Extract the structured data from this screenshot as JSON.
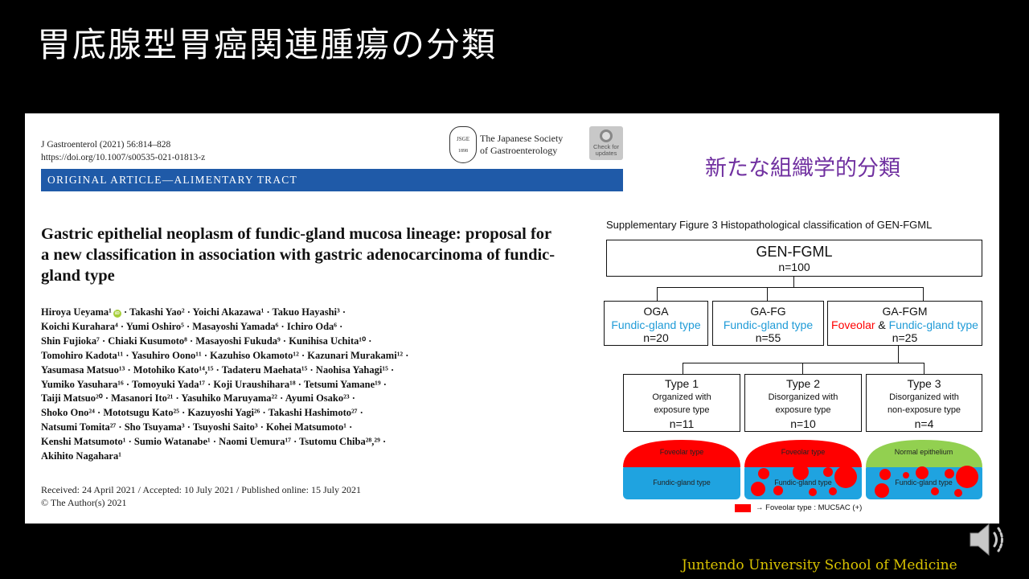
{
  "slide": {
    "title": "胃底腺型胃癌関連腫瘍の分類",
    "subtitle": "新たな組織学的分類",
    "footer": "Juntendo University School of Medicine"
  },
  "article": {
    "journal": "J Gastroenterol (2021) 56:814–828",
    "doi": "https://doi.org/10.1007/s00535-021-01813-z",
    "society_line1": "The Japanese Society",
    "society_line2": "of Gastroenterology",
    "seal_top": "JSGE",
    "seal_year": "1898",
    "check_line1": "Check for",
    "check_line2": "updates",
    "category": "ORIGINAL ARTICLE—ALIMENTARY TRACT",
    "title": "Gastric epithelial neoplasm of fundic-gland mucosa lineage: proposal for a new classification in association with gastric adenocarcinoma of fundic-gland type",
    "authors": [
      "Hiroya Ueyama¹ · Takashi Yao² · Yoichi Akazawa¹ · Takuo Hayashi³ ·",
      "Koichi Kurahara⁴ · Yumi Oshiro⁵ · Masayoshi Yamada⁶ · Ichiro Oda⁶ ·",
      "Shin Fujioka⁷ · Chiaki Kusumoto⁸ · Masayoshi Fukuda⁹ · Kunihisa Uchita¹⁰ ·",
      "Tomohiro Kadota¹¹ · Yasuhiro Oono¹¹ · Kazuhiso Okamoto¹² · Kazunari Murakami¹² ·",
      "Yasumasa Matsuo¹³ · Motohiko Kato¹⁴,¹⁵ · Tadateru Maehata¹⁵ · Naohisa Yahagi¹⁵ ·",
      "Yumiko Yasuhara¹⁶ · Tomoyuki Yada¹⁷ · Koji Uraushihara¹⁸ · Tetsumi Yamane¹⁹ ·",
      "Taiji Matsuo²⁰ · Masanori Ito²¹ · Yasuhiko Maruyama²² · Ayumi Osako²³ ·",
      "Shoko Ono²⁴ · Mototsugu Kato²⁵ · Kazuyoshi Yagi²⁶ · Takashi Hashimoto²⁷ ·",
      "Natsumi Tomita²⁷ · Sho Tsuyama³ · Tsuyoshi Saito³ · Kohei Matsumoto¹ ·",
      "Kenshi Matsumoto¹ · Sumio Watanabe¹ · Naomi Uemura¹⁷ · Tsutomu Chiba²⁸,²⁹ ·",
      "Akihito Nagahara¹"
    ],
    "received": "Received: 24 April 2021 / Accepted: 10 July 2021 / Published online: 15 July 2021",
    "copyright": "© The Author(s) 2021"
  },
  "figure": {
    "caption": "Supplementary Figure 3 Histopathological classification of GEN-FGML",
    "root": {
      "title": "GEN-FGML",
      "n": "n=100"
    },
    "oga": {
      "title": "OGA",
      "sub": "Fundic-gland type",
      "n": "n=20"
    },
    "gafg": {
      "title": "GA-FG",
      "sub": "Fundic-gland type",
      "n": "n=55"
    },
    "gafgm": {
      "title": "GA-FGM",
      "sub_red": "Foveolar",
      "amp": " & ",
      "sub_blue": "Fundic-gland type",
      "n": "n=25"
    },
    "type1": {
      "title": "Type 1",
      "line1": "Organized with",
      "line2": "exposure type",
      "n": "n=11"
    },
    "type2": {
      "title": "Type 2",
      "line1": "Disorganized with",
      "line2": "exposure type",
      "n": "n=10"
    },
    "type3": {
      "title": "Type 3",
      "line1": "Disorganized with",
      "line2": "non-exposure type",
      "n": "n=4"
    },
    "schematic1": {
      "top": "Foveolar type",
      "bottom": "Fundic-gland type"
    },
    "schematic2": {
      "top": "Foveolar type",
      "bottom": "Fundic-gland type"
    },
    "schematic3": {
      "top": "Normal epithelium",
      "bottom": "Fundic-gland type"
    },
    "legend": "→  Foveolar type : MUC5AC (+)",
    "colors": {
      "foveolar": "#ff0000",
      "fundic": "#1fa3e0",
      "normal": "#92d050"
    }
  }
}
